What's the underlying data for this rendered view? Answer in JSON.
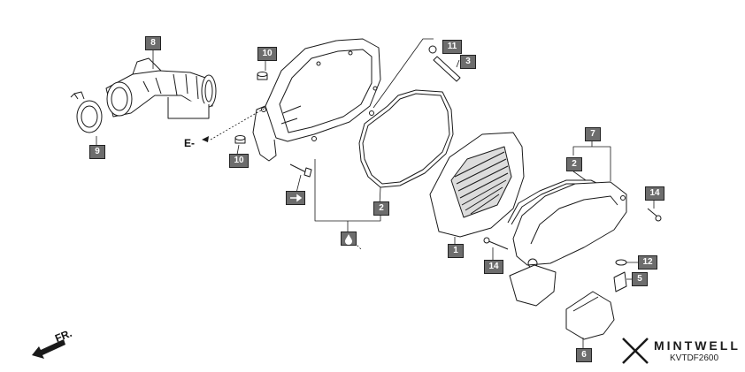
{
  "diagram": {
    "callouts": {
      "c1": "1",
      "c2a": "2",
      "c2b": "2",
      "c3": "3",
      "c5": "5",
      "c6": "6",
      "c7": "7",
      "c8": "8",
      "c9": "9",
      "c10a": "10",
      "c10b": "10",
      "c11": "11",
      "c12": "12",
      "c14a": "14",
      "c14b": "14"
    },
    "labels": {
      "e_ref": "E-",
      "front": "FR."
    },
    "special_icons": [
      "bolt-washer-icon",
      "droplet-icon"
    ]
  },
  "brand": {
    "name": "MINTWELL",
    "code": "KVTDF2600"
  },
  "colors": {
    "callout_fill": "#6d6d6d",
    "line": "#1a1a1a"
  }
}
